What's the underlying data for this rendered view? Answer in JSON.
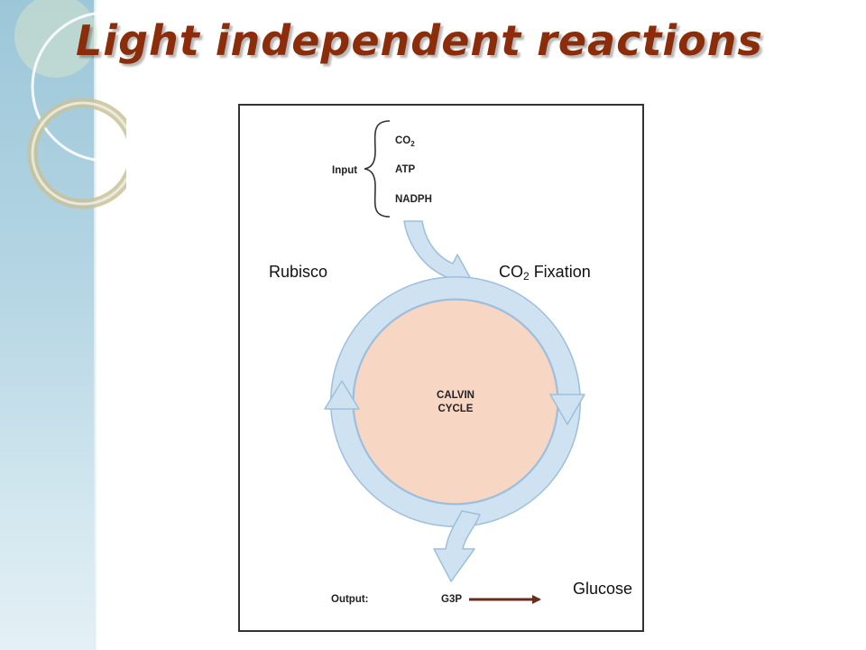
{
  "slide": {
    "title": "Light independent reactions"
  },
  "diagram": {
    "input_label": "Input",
    "inputs": [
      {
        "main": "CO",
        "sub": "2"
      },
      {
        "main": "ATP",
        "sub": ""
      },
      {
        "main": "NADPH",
        "sub": ""
      }
    ],
    "cycle_label_line1": "Calvin",
    "cycle_label_line2": "Cycle",
    "output_label": "Output:",
    "output_value": "G3P",
    "colors": {
      "cycle_fill": "#f8d6c4",
      "arrow_fill": "#cfe2f1",
      "arrow_stroke": "#9dbfdc",
      "output_arrow": "#6b2a1a",
      "frame": "#333333"
    }
  },
  "annotations": {
    "rubisco": "Rubisco",
    "co2_fixation_main": "CO",
    "co2_fixation_sub": "2",
    "co2_fixation_rest": " Fixation",
    "glucose": "Glucose"
  }
}
